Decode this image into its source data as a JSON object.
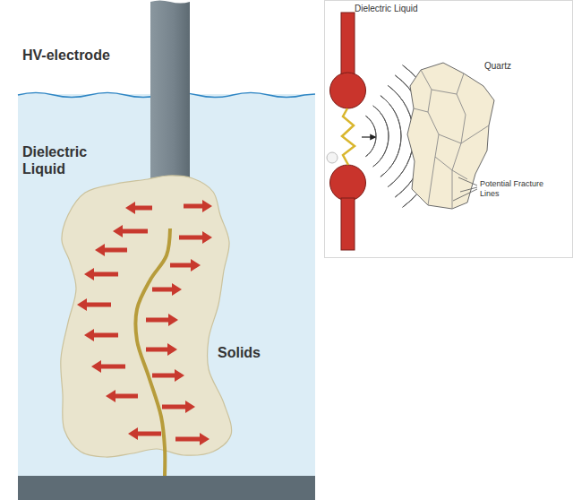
{
  "diagram": {
    "labels": [
      "HV-electrode",
      "Dielectric Liquid",
      "Solids",
      "Dielectric Liquid",
      "Quartz",
      "Potential Fracture Lines"
    ]
  }
}
